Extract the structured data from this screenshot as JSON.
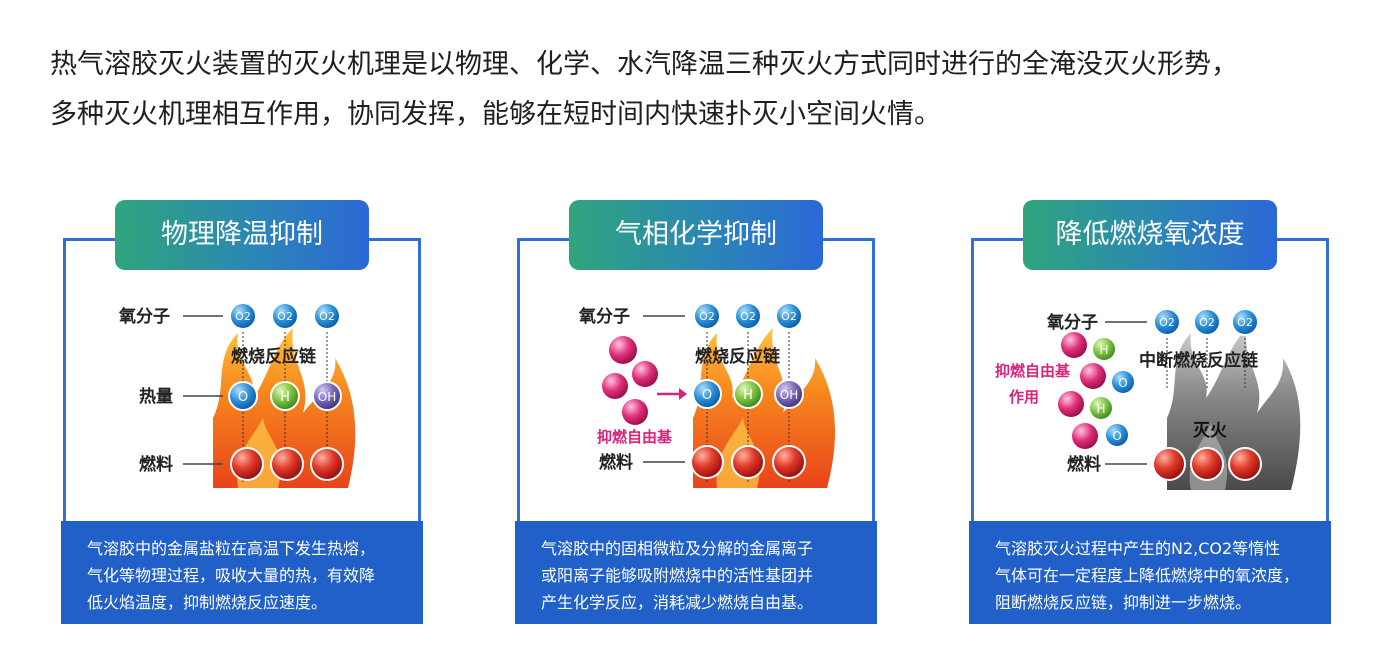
{
  "intro": {
    "line1": "热气溶胶灭火装置的灭火机理是以物理、化学、水汽降温三种灭火方式同时进行的全淹没灭火形势，",
    "line2": "多种灭火机理相互作用，协同发挥，能够在短时间内快速扑灭小空间火情。"
  },
  "cards": [
    {
      "title": "物理降温抑制",
      "labels": {
        "oxygen": "氧分子",
        "chain": "燃烧反应链",
        "heat": "热量",
        "fuel": "燃料"
      },
      "molecules": {
        "o2": "O2",
        "o": "O",
        "h": "H",
        "oh": "OH"
      },
      "desc": [
        "气溶胶中的金属盐粒在高温下发生热熔，",
        "气化等物理过程，吸收大量的热，有效降",
        "低火焰温度，抑制燃烧反应速度。"
      ]
    },
    {
      "title": "气相化学抑制",
      "labels": {
        "oxygen": "氧分子",
        "chain": "燃烧反应链",
        "fuel": "燃料",
        "radical": "抑燃自由基"
      },
      "molecules": {
        "o2": "O2",
        "o": "O",
        "h": "H",
        "oh": "OH"
      },
      "desc": [
        "气溶胶中的固相微粒及分解的金属离子",
        "或阳离子能够吸附燃烧中的活性基团并",
        "产生化学反应，消耗减少燃烧自由基。"
      ]
    },
    {
      "title": "降低燃烧氧浓度",
      "labels": {
        "oxygen": "氧分子",
        "radical1": "抑燃自由基",
        "radical2": "作用",
        "chain": "中断燃烧反应链",
        "fuel": "燃料",
        "extinguish": "灭火"
      },
      "molecules": {
        "o2": "O2",
        "o": "O",
        "h": "H"
      },
      "desc": [
        "气溶胶灭火过程中产生的N2,CO2等惰性",
        "气体可在一定程度上降低燃烧中的氧浓度，",
        "阻断燃烧反应链，抑制进一步燃烧。"
      ]
    }
  ],
  "colors": {
    "frame": "#2f6fd6",
    "descBg": "#2060c8",
    "flame": "#f26a1b",
    "o2": "#2a8fd8",
    "h": "#7cc142",
    "oh": "#6a5aa8",
    "fuel": "#d42a2a",
    "radical": "#e0307a"
  }
}
